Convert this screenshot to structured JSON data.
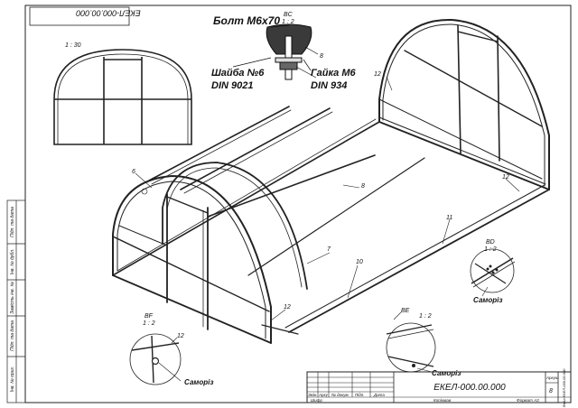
{
  "stamp_code_rotated": "ЕКЕЛ-000.00.000",
  "overview_scale": "1 : 30",
  "callouts": {
    "bolt": "Болт М6х70",
    "washer_line1": "Шайба №6",
    "washer_line2": "DIN 9021",
    "nut_line1": "Гайка М6",
    "nut_line2": "DIN 934",
    "detail_bc_label": "BC",
    "detail_bc_scale": "1 : 2",
    "detail_bd_label": "BD",
    "detail_bd_scale": "1 : 2",
    "detail_be_label": "BE",
    "detail_be_scale": "1 : 2",
    "detail_bf_label": "BF",
    "detail_bf_scale": "1 : 2",
    "screw_bd": "Саморіз",
    "screw_be": "Саморіз",
    "screw_bf": "Саморіз"
  },
  "part_numbers": {
    "p6": "6",
    "p7": "7",
    "p8_top": "8",
    "p8_mid": "8",
    "p10": "10",
    "p11": "11",
    "p12_top": "12",
    "p12_right": "12",
    "p12_front": "12",
    "p12_bf": "12"
  },
  "side_stamp": {
    "c1": "Підп. та дата",
    "c2": "Інв. № дубл.",
    "c3": "Замість інв. №",
    "c4": "Підп. та дата",
    "c5": "Інв. № ориг."
  },
  "title_block": {
    "designation": "ЕКЕЛ-000.00.000",
    "row_labels": [
      "Змін.",
      "Арку",
      "№ докум.",
      "Підп.",
      "Дата"
    ],
    "sheet_label": "Аркуш",
    "sheet_no": "8",
    "shifr": "Шифр",
    "kopiyuv": "Копіював",
    "format": "Формат А3",
    "file": "Файл:ЕКЕЛ-000.00.000"
  }
}
